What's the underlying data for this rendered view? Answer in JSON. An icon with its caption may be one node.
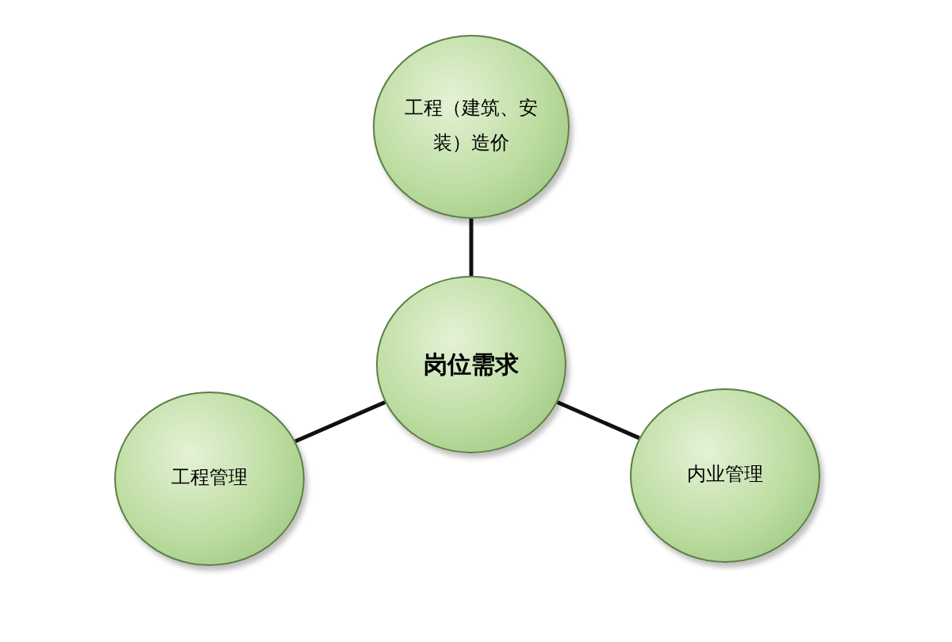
{
  "diagram": {
    "nodes": [
      {
        "text": [
          "工程（建筑、安装）造价"
        ]
      },
      {
        "text": [
          "岗位需求"
        ]
      },
      {
        "text": [
          "工程管理"
        ]
      },
      {
        "text": [
          "内业管理"
        ]
      }
    ],
    "edges": [
      {
        "from": 1,
        "to": 0,
        "arrow": "none"
      },
      {
        "from": 1,
        "to": 2,
        "arrow": "none"
      },
      {
        "from": 1,
        "to": 3,
        "arrow": "none"
      }
    ]
  }
}
